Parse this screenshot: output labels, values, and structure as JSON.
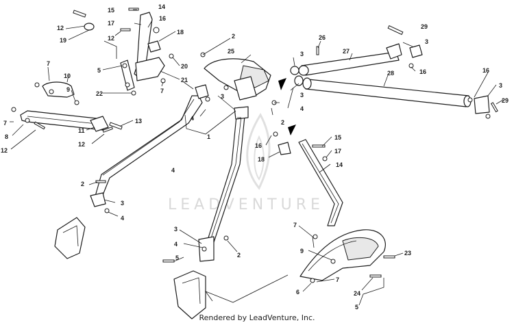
{
  "watermark": "LEADVENTURE",
  "footer": "Rendered by LeadVenture, Inc.",
  "callouts": {
    "c1": "1",
    "c2a": "2",
    "c2b": "2",
    "c2c": "2",
    "c2d": "2",
    "c3a": "3",
    "c3b": "3",
    "c3c": "3",
    "c3d": "3",
    "c3e": "3",
    "c3f": "3",
    "c4a": "4",
    "c4b": "4",
    "c4c": "4",
    "c4d": "4",
    "c4e": "4",
    "c5a": "5",
    "c5b": "5",
    "c5c": "5",
    "c6": "6",
    "c7a": "7",
    "c7b": "7",
    "c7c": "7",
    "c7d": "7",
    "c7e": "7",
    "c8": "8",
    "c9a": "9",
    "c9b": "9",
    "c10": "10",
    "c11": "11",
    "c12a": "12",
    "c12b": "12",
    "c12c": "12",
    "c12d": "12",
    "c13": "13",
    "c14a": "14",
    "c14b": "14",
    "c15a": "15",
    "c15b": "15",
    "c16a": "16",
    "c16b": "16",
    "c16c": "16",
    "c16d": "16",
    "c17a": "17",
    "c17b": "17",
    "c18a": "18",
    "c18b": "18",
    "c19": "19",
    "c20": "20",
    "c21": "21",
    "c22": "22",
    "c23": "23",
    "c24": "24",
    "c25": "25",
    "c26": "26",
    "c27": "27",
    "c28": "28",
    "c29a": "29",
    "c29b": "29"
  }
}
